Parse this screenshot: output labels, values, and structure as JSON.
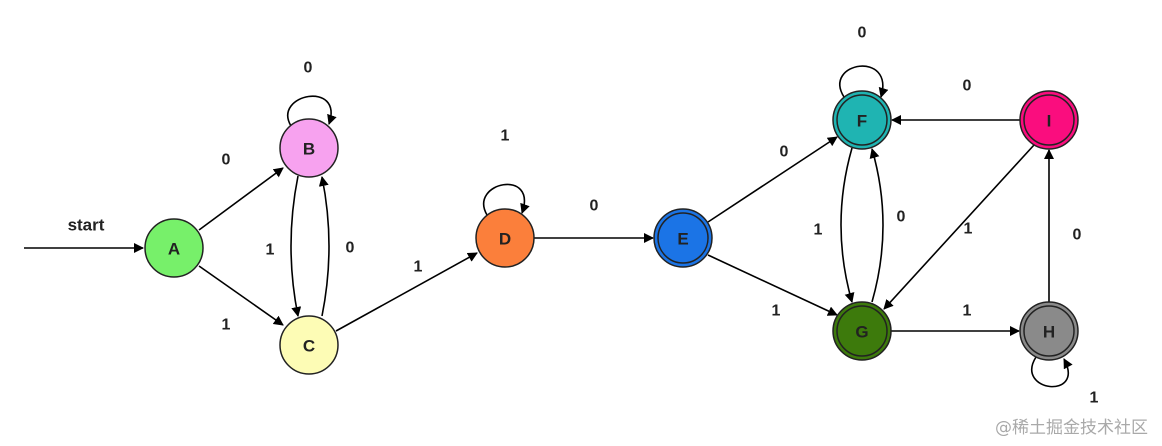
{
  "start_label": "start",
  "nodes": {
    "A": {
      "label": "A",
      "color": "#77f06a",
      "accepting": false
    },
    "B": {
      "label": "B",
      "color": "#f7a2ef",
      "accepting": false
    },
    "C": {
      "label": "C",
      "color": "#fdfcb5",
      "accepting": false
    },
    "D": {
      "label": "D",
      "color": "#fb7f3b",
      "accepting": false
    },
    "E": {
      "label": "E",
      "color": "#1b74e6",
      "accepting": true
    },
    "F": {
      "label": "F",
      "color": "#1fb4b2",
      "accepting": true
    },
    "G": {
      "label": "G",
      "color": "#3d7a0c",
      "accepting": true
    },
    "H": {
      "label": "H",
      "color": "#8a8a8a",
      "accepting": true
    },
    "I": {
      "label": "I",
      "color": "#fa0d7e",
      "accepting": true
    }
  },
  "transitions": [
    {
      "from": "A",
      "to": "B",
      "label": "0"
    },
    {
      "from": "A",
      "to": "C",
      "label": "1"
    },
    {
      "from": "B",
      "to": "B",
      "label": "0"
    },
    {
      "from": "B",
      "to": "C",
      "label": "1"
    },
    {
      "from": "C",
      "to": "B",
      "label": "0"
    },
    {
      "from": "C",
      "to": "D",
      "label": "1"
    },
    {
      "from": "D",
      "to": "D",
      "label": "1"
    },
    {
      "from": "D",
      "to": "E",
      "label": "0"
    },
    {
      "from": "E",
      "to": "F",
      "label": "0"
    },
    {
      "from": "E",
      "to": "G",
      "label": "1"
    },
    {
      "from": "F",
      "to": "F",
      "label": "0"
    },
    {
      "from": "F",
      "to": "G",
      "label": "1"
    },
    {
      "from": "G",
      "to": "F",
      "label": "0"
    },
    {
      "from": "G",
      "to": "H",
      "label": "1"
    },
    {
      "from": "H",
      "to": "H",
      "label": "1"
    },
    {
      "from": "H",
      "to": "I",
      "label": "0"
    },
    {
      "from": "I",
      "to": "F",
      "label": "0"
    },
    {
      "from": "I",
      "to": "G",
      "label": "1"
    }
  ],
  "watermark": "@稀土掘金技术社区"
}
